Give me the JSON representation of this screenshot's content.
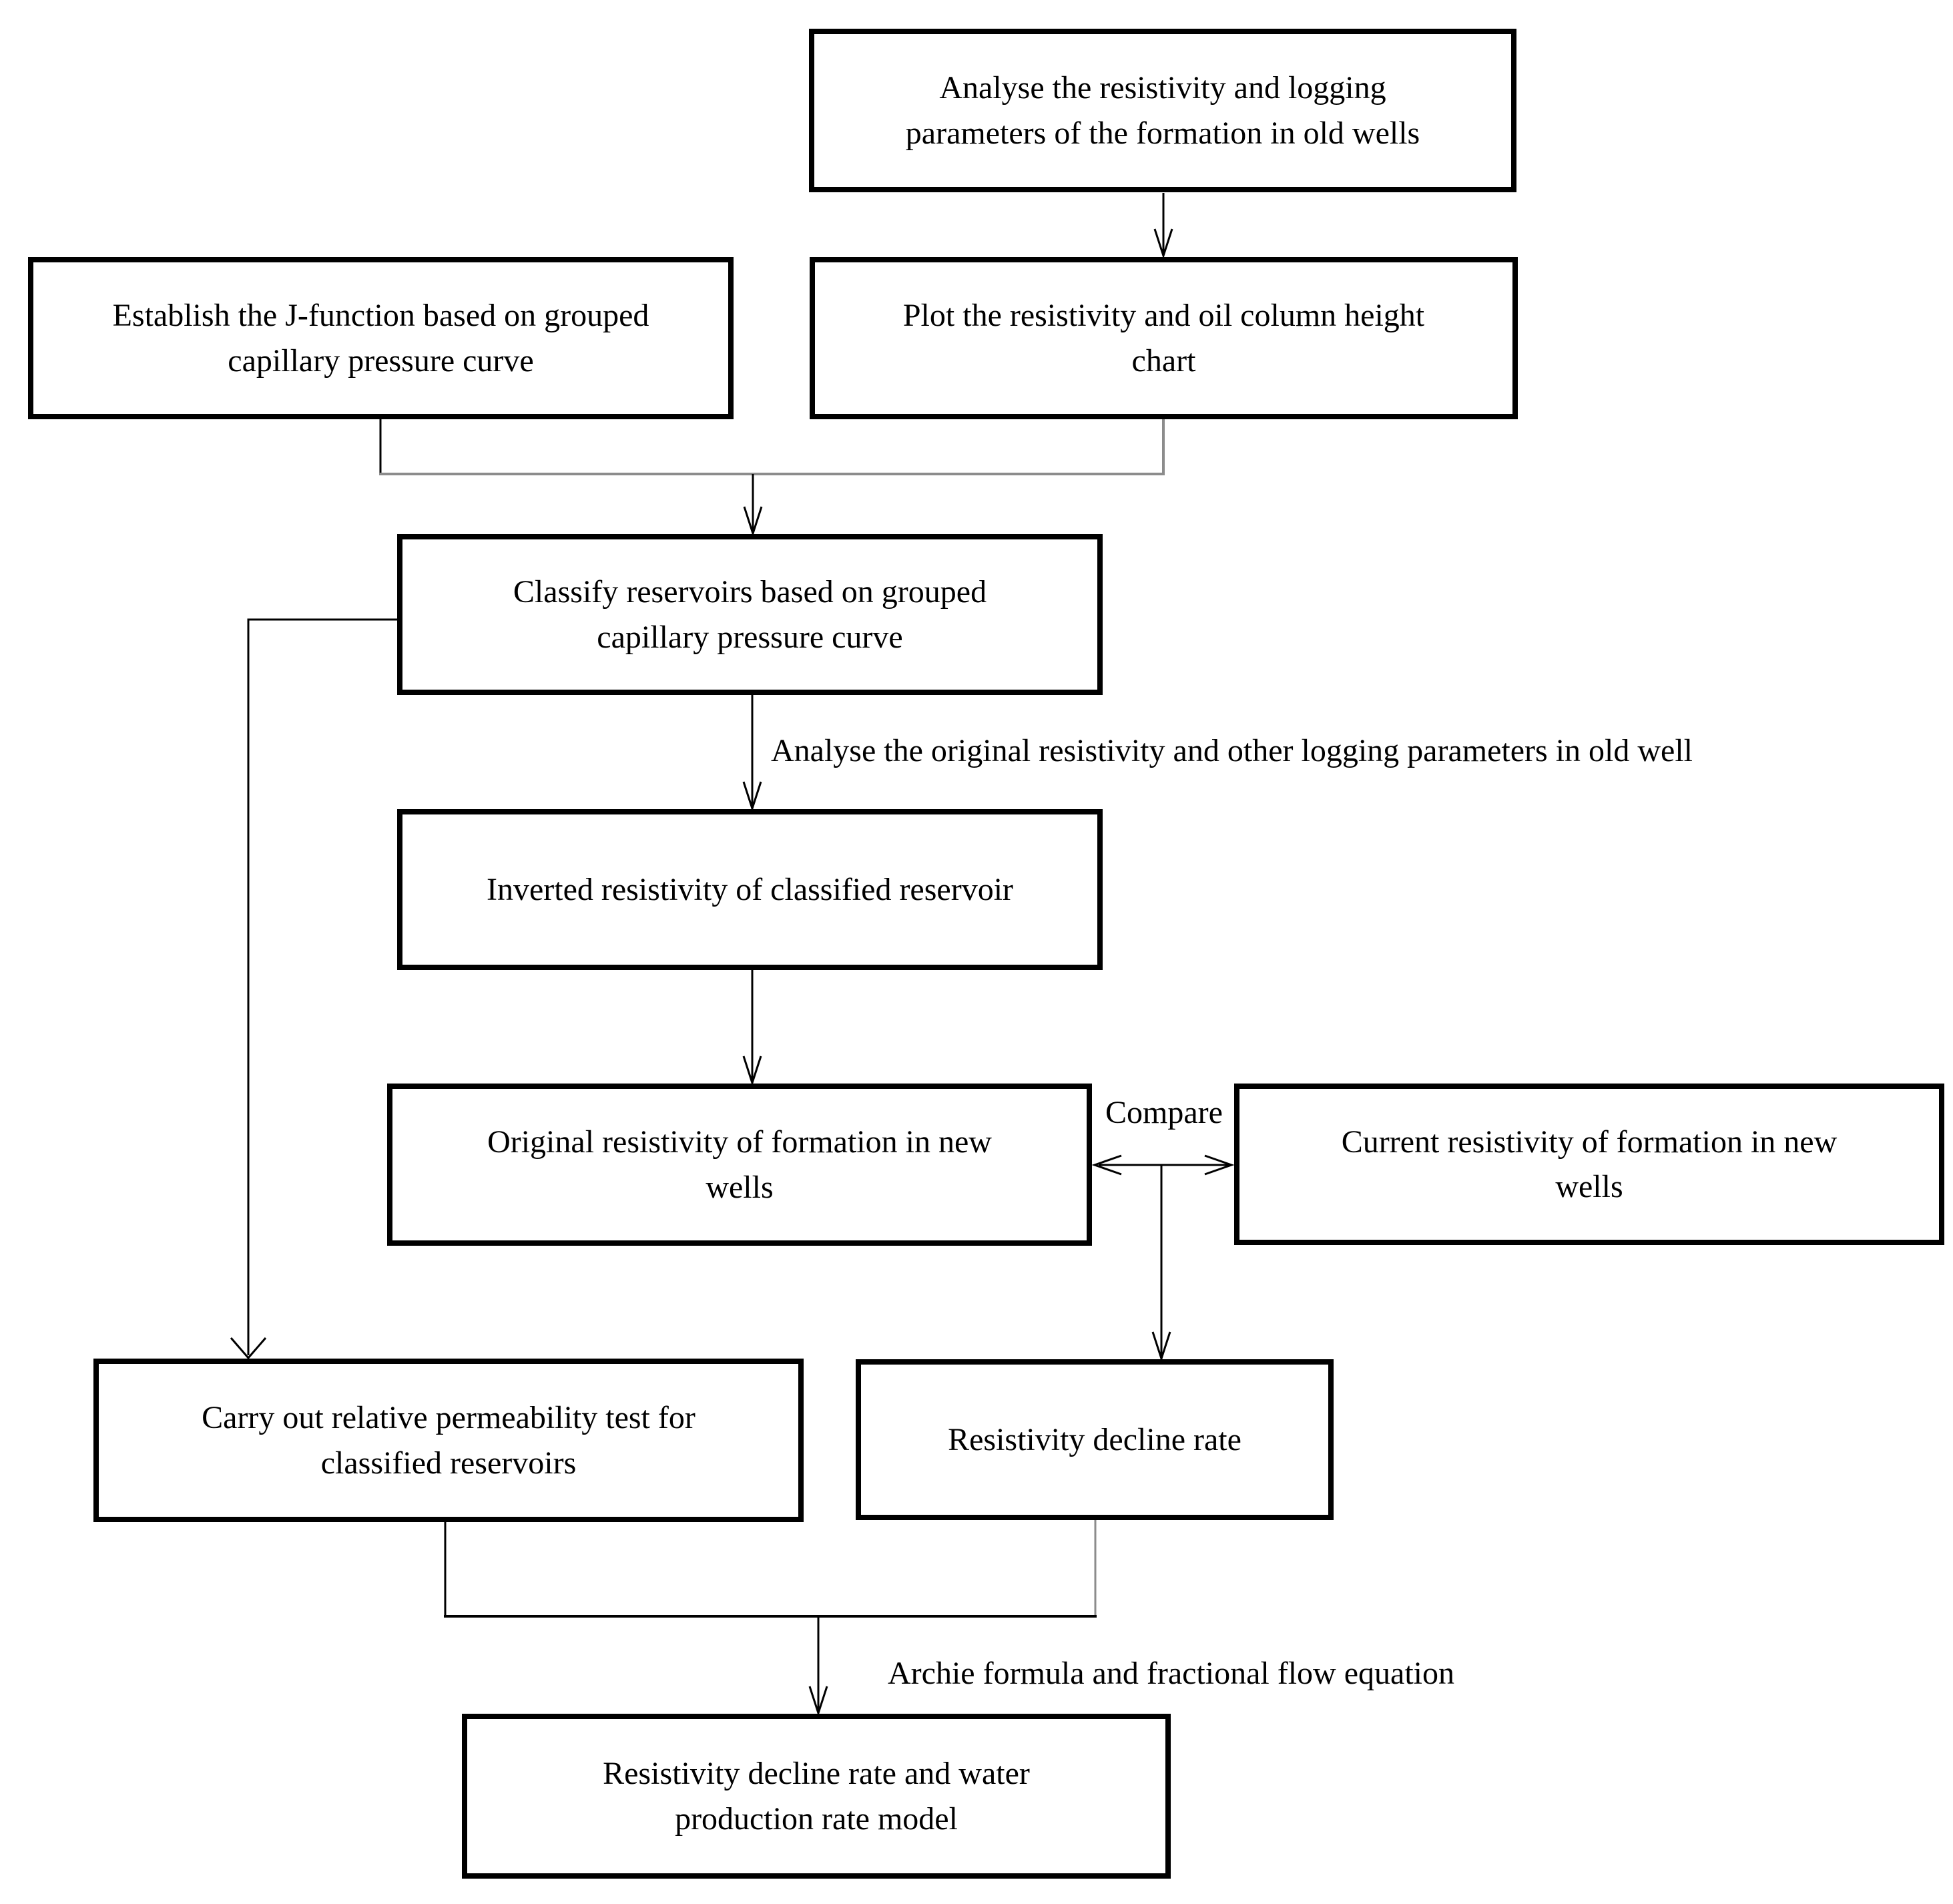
{
  "diagram": {
    "type": "flowchart",
    "colors": {
      "background": "#ffffff",
      "box_border": "#000000",
      "box_fill": "#ffffff",
      "text": "#000000",
      "connector": "#000000",
      "connector_gray": "#8c8c8c"
    },
    "boxes": [
      {
        "id": "analyse-old-wells",
        "label": "Analyse the resistivity and logging\nparameters of  the formation in old wells"
      },
      {
        "id": "establish-j-function",
        "label": "Establish the J-function based on grouped\ncapillary pressure curve"
      },
      {
        "id": "plot-resistivity-chart",
        "label": "Plot the resistivity and oil column height\nchart"
      },
      {
        "id": "classify-reservoirs",
        "label": "Classify reservoirs based on grouped\ncapillary pressure curve"
      },
      {
        "id": "inverted-resistivity",
        "label": "Inverted resistivity of classified reservoir"
      },
      {
        "id": "original-resistivity-new-wells",
        "label": "Original resistivity of formation in new\nwells"
      },
      {
        "id": "current-resistivity-new-wells",
        "label": "Current resistivity of formation in new\nwells"
      },
      {
        "id": "relative-permeability-test",
        "label": "Carry out relative permeability test for\nclassified reservoirs"
      },
      {
        "id": "resistivity-decline-rate",
        "label": "Resistivity decline rate"
      },
      {
        "id": "decline-rate-water-model",
        "label": "Resistivity decline rate and water\nproduction rate model"
      }
    ],
    "edge_labels": [
      {
        "id": "analyse-original",
        "text": "Analyse the original resistivity and other logging parameters in old well"
      },
      {
        "id": "compare",
        "text": "Compare"
      },
      {
        "id": "archie",
        "text": "Archie formula and fractional flow equation"
      }
    ]
  }
}
